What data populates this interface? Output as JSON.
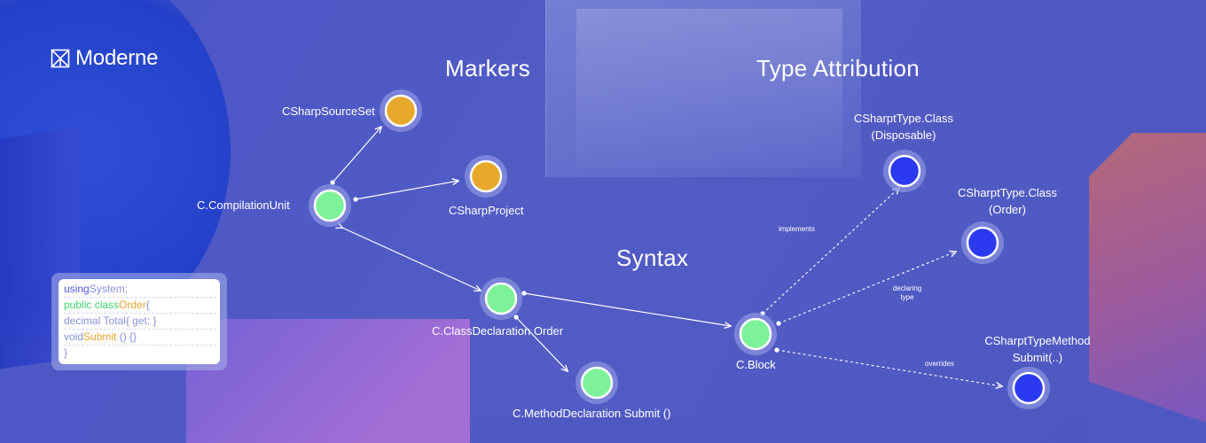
{
  "brand": {
    "name": "Moderne"
  },
  "headings": {
    "markers": "Markers",
    "type_attribution": "Type Attribution",
    "syntax": "Syntax"
  },
  "colors": {
    "background": "#4f58c4",
    "syntax_node": "#7ef29a",
    "marker_node": "#e8a82a",
    "type_node": "#2b3af0",
    "node_halo": "#8a92e0"
  },
  "nodes": [
    {
      "id": "cu",
      "label": "C.CompilationUnit",
      "kind": "syntax"
    },
    {
      "id": "sss",
      "label": "CSharpSourceSet",
      "kind": "marker"
    },
    {
      "id": "sp",
      "label": "CSharpProject",
      "kind": "marker"
    },
    {
      "id": "cd",
      "label": "C.ClassDeclaration Order",
      "kind": "syntax"
    },
    {
      "id": "md",
      "label": "C.MethodDeclaration Submit ()",
      "kind": "syntax"
    },
    {
      "id": "blk",
      "label": "C.Block",
      "kind": "syntax"
    },
    {
      "id": "disp",
      "label_line1": "CSharptType.Class",
      "label_line2": "(Disposable)",
      "kind": "type"
    },
    {
      "id": "ord",
      "label_line1": "CSharptType.Class",
      "label_line2": "(Order)",
      "kind": "type"
    },
    {
      "id": "meth",
      "label_line1": "CSharptTypeMethod",
      "label_line2": "Submit(..)",
      "kind": "type"
    }
  ],
  "edges": [
    {
      "from": "cu",
      "to": "sss",
      "style": "solid"
    },
    {
      "from": "cu",
      "to": "sp",
      "style": "solid"
    },
    {
      "from": "cu",
      "to": "cd",
      "style": "solid",
      "bidirectional": true
    },
    {
      "from": "cd",
      "to": "md",
      "style": "solid"
    },
    {
      "from": "cd",
      "to": "blk",
      "style": "solid"
    },
    {
      "from": "blk",
      "to": "disp",
      "style": "dashed",
      "label": "implements"
    },
    {
      "from": "blk",
      "to": "ord",
      "style": "dashed",
      "label_line1": "declaring",
      "label_line2": "type"
    },
    {
      "from": "blk",
      "to": "meth",
      "style": "dashed",
      "label": "overrides"
    }
  ],
  "code": {
    "line1": {
      "kw": "using",
      "rest": "System;"
    },
    "line2": {
      "kw1": "public ",
      "kw2": "class",
      "name": "Order",
      "rest": "{"
    },
    "line3": {
      "text": "decimal Total{ get; }"
    },
    "line4": {
      "kw": "void",
      "name": "Submit",
      "rest": " () {}"
    },
    "line5": {
      "text": "}"
    }
  }
}
